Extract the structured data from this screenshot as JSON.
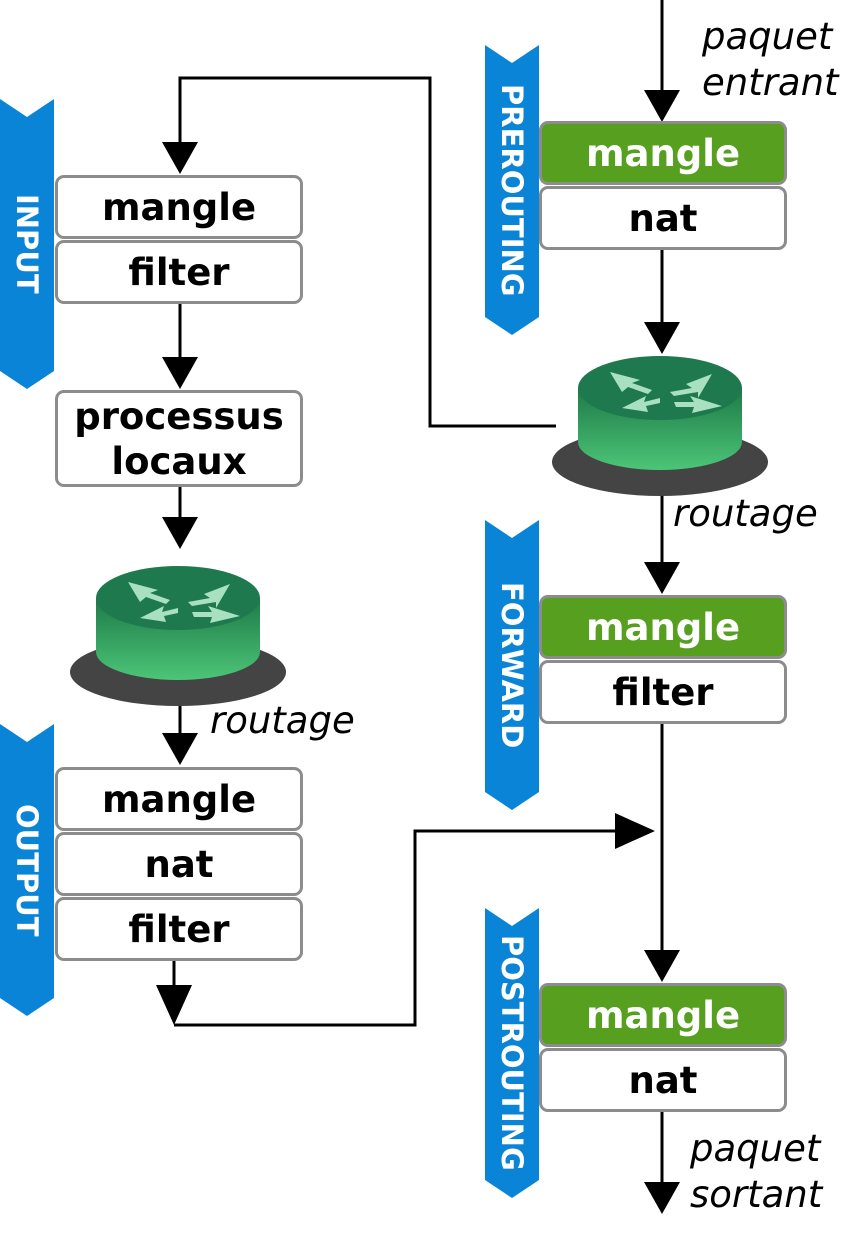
{
  "colors": {
    "chain_blue": "#0a84d6",
    "mangle_green": "#57a01f",
    "router_green": "#2e9a55",
    "border_grey": "#8c8c8c"
  },
  "chains": {
    "prerouting": {
      "label": "PREROUTING",
      "tables": [
        "mangle",
        "nat"
      ]
    },
    "input": {
      "label": "INPUT",
      "tables": [
        "mangle",
        "filter"
      ]
    },
    "forward": {
      "label": "FORWARD",
      "tables": [
        "mangle",
        "filter"
      ]
    },
    "output": {
      "label": "OUTPUT",
      "tables": [
        "mangle",
        "nat",
        "filter"
      ]
    },
    "postrouting": {
      "label": "POSTROUTING",
      "tables": [
        "mangle",
        "nat"
      ]
    }
  },
  "process": {
    "line1": "processus",
    "line2": "locaux"
  },
  "notes": {
    "incoming_1": "paquet",
    "incoming_2": "entrant",
    "outgoing_1": "paquet",
    "outgoing_2": "sortant",
    "routing_right": "routage",
    "routing_left": "routage"
  },
  "icons": {
    "router": "router-icon"
  }
}
